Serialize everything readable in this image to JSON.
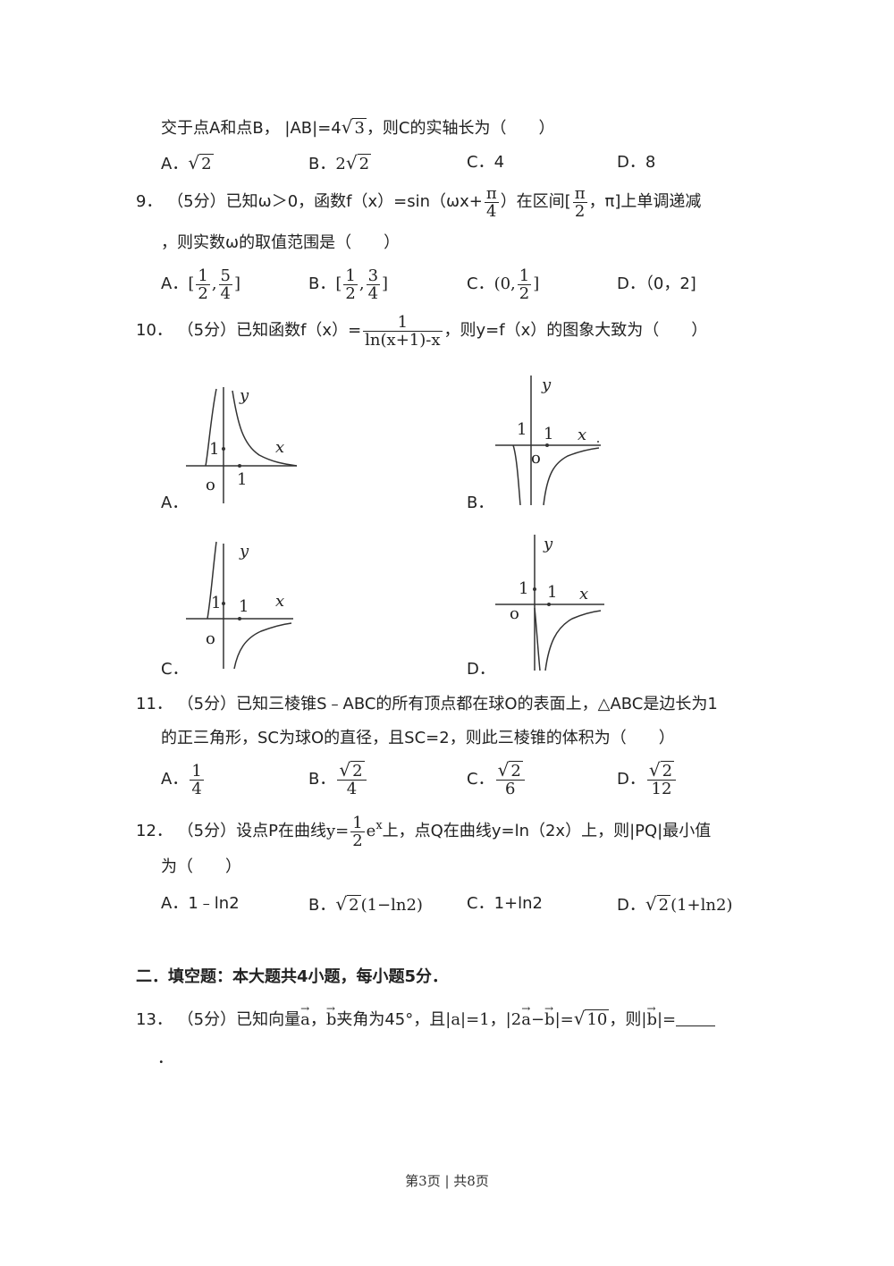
{
  "q8": {
    "line": "交于点A和点B，",
    "ab": "|AB|=4",
    "ab_rad": "3",
    "tail": "，则C的实轴长为（　　）",
    "options": {
      "A_label": "A．",
      "A_rad": "2",
      "B_label": "B．",
      "B_coef": "2",
      "B_rad": "2",
      "C_label": "C．",
      "C_text": "4",
      "D_label": "D．",
      "D_text": "8"
    }
  },
  "q9": {
    "num": "9．",
    "score": "（5分）",
    "t1": "已知ω＞0，函数f（x）=sin（ωx+",
    "pi": "π",
    "four": "4",
    "t2": "）在区间[",
    "two": "2",
    "t3": "，π]上单调递减",
    "line2": "，则实数ω的取值范围是（　　）",
    "options": {
      "A_label": "A．",
      "A_a_num": "1",
      "A_a_den": "2",
      "A_b_num": "5",
      "A_b_den": "4",
      "B_label": "B．",
      "B_a_num": "1",
      "B_a_den": "2",
      "B_b_num": "3",
      "B_b_den": "4",
      "C_label": "C．",
      "C_num": "1",
      "C_den": "2",
      "D_label": "D．",
      "D_text": "（0，2]"
    }
  },
  "q10": {
    "num": "10．",
    "score": "（5分）",
    "t1": "已知函数f（x）=",
    "frac_num": "1",
    "frac_den": "ln(x+1)-x",
    "t2": "，则y=f（x）的图象大致为（　　）",
    "labels": {
      "A": "A．",
      "B": "B．",
      "C": "C．",
      "D": "D．"
    },
    "axis": {
      "y": "y",
      "x": "x",
      "one": "1",
      "o": "o"
    }
  },
  "q11": {
    "num": "11．",
    "score": "（5分）",
    "line1": "已知三棱锥S﹣ABC的所有顶点都在球O的表面上，△ABC是边长为1",
    "line2": "的正三角形，SC为球O的直径，且SC=2，则此三棱锥的体积为（　　）",
    "options": {
      "A_label": "A．",
      "A_num": "1",
      "A_den": "4",
      "B_label": "B．",
      "B_rad": "2",
      "B_den": "4",
      "C_label": "C．",
      "C_rad": "2",
      "C_den": "6",
      "D_label": "D．",
      "D_rad": "2",
      "D_den": "12"
    }
  },
  "q12": {
    "num": "12．",
    "score": "（5分）",
    "t1": "设点P在曲线",
    "y": "y=",
    "half_num": "1",
    "half_den": "2",
    "e": "e",
    "ex": "x",
    "t2": "上，点Q在曲线y=ln（2x）上，则|PQ|最小值",
    "line2": "为（　　）",
    "options": {
      "A_label": "A．",
      "A_text": "1﹣ln2",
      "B_label": "B．",
      "B_rad": "2",
      "B_tail": "(1−ln2)",
      "C_label": "C．",
      "C_text": "1+ln2",
      "D_label": "D．",
      "D_rad": "2",
      "D_tail": "(1+ln2)"
    }
  },
  "section2": "二．填空题：本大题共4小题，每小题5分．",
  "q13": {
    "num": "13．",
    "score": "（5分）",
    "t1": "已知向量",
    "a": "a",
    "comma": "，",
    "b": "b",
    "t2": "夹角为45°，且",
    "abs_a": "|a|=1，",
    "two": "|2",
    "minus": "−",
    "eq": "|=",
    "rad": "10",
    "t3": "，则",
    "bar1": "|",
    "abs_b_end": "|=",
    "dot": "．"
  },
  "footer": "第3页 | 共8页"
}
